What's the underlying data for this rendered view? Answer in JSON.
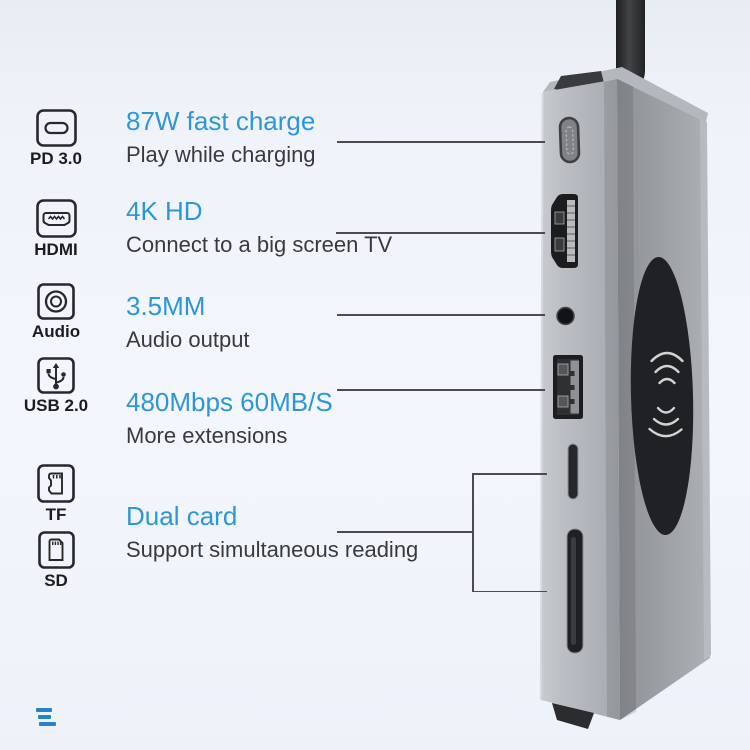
{
  "rows": [
    {
      "icon_label": "PD 3.0",
      "title": "87W fast charge",
      "subtitle": "Play while charging"
    },
    {
      "icon_label": "HDMI",
      "title": "4K HD",
      "subtitle": "Connect to a big screen TV"
    },
    {
      "icon_label": "Audio",
      "title": "3.5MM",
      "subtitle": "Audio output"
    },
    {
      "icon_label": "USB 2.0",
      "title": "480Mbps 60MB/S",
      "subtitle": "More extensions"
    },
    {
      "icon_label": "TF",
      "title": "Dual card",
      "subtitle": "Support simultaneous reading"
    },
    {
      "icon_label": "SD"
    }
  ],
  "device": {
    "ports": [
      "usb-c-port",
      "hdmi-port",
      "audio-jack-port",
      "usb-a-port",
      "tf-card-slot",
      "sd-card-slot"
    ],
    "features": [
      "wireless-charging-pad",
      "usb-cable"
    ]
  },
  "colors": {
    "accent": "#2d96d4",
    "connector_line": "#4c4c4c",
    "device_body": "#a6aaaf",
    "wireless_pad": "#1f2124",
    "logo_blue": "#2585c4"
  }
}
